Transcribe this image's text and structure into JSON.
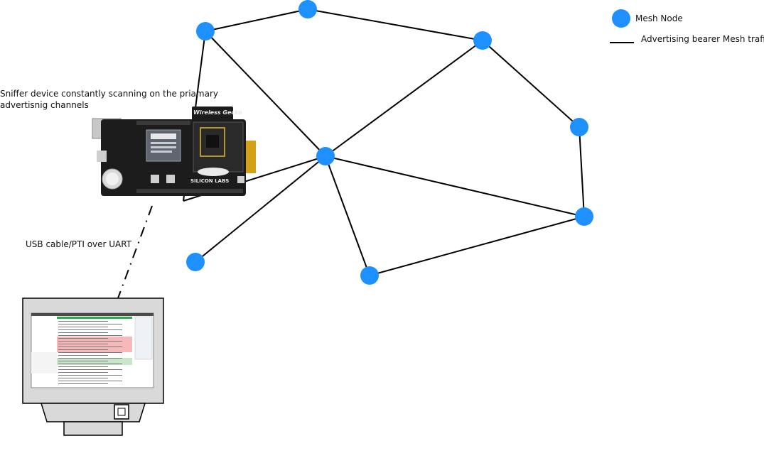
{
  "legend": {
    "node_label": "Mesh Node",
    "line_label": "Advertising bearer Mesh traffic"
  },
  "labels": {
    "sniffer_line1": "Sniffer device constantly scanning on the priamary",
    "sniffer_line2": "advertisnig channels",
    "usb": "USB cable/PTI over UART"
  },
  "board": {
    "brand_text": "Wireless Gecko",
    "vendor_text": "SILICON LABS"
  },
  "colors": {
    "node": "#1e90ff",
    "edge": "#000000",
    "board": "#1c1c1c",
    "monitor_body": "#d9d9d9"
  },
  "mesh": {
    "node_count": 9,
    "edges": [
      [
        0,
        1
      ],
      [
        1,
        2
      ],
      [
        0,
        4
      ],
      [
        2,
        4
      ],
      [
        2,
        3
      ],
      [
        3,
        5
      ],
      [
        4,
        5
      ],
      [
        4,
        6
      ],
      [
        4,
        7
      ],
      [
        6,
        5
      ],
      [
        8,
        0
      ],
      [
        8,
        4
      ]
    ]
  }
}
